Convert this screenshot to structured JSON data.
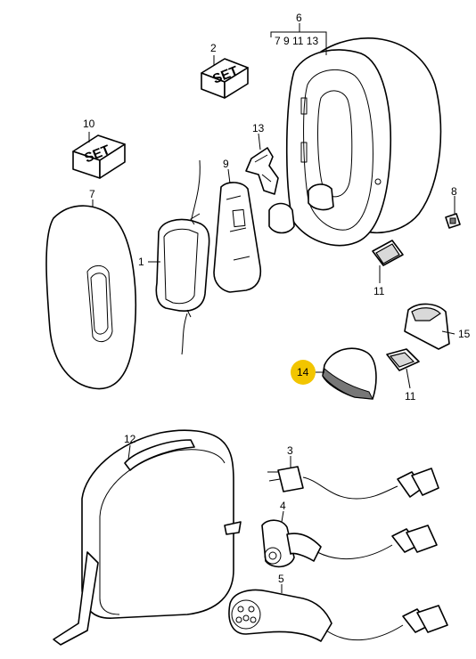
{
  "callouts": {
    "p1": "1",
    "p2": "2",
    "p3": "3",
    "p4": "4",
    "p5": "5",
    "p6": "6",
    "p6_sub": "7 9 11 13",
    "p7": "7",
    "p8": "8",
    "p9": "9",
    "p10": "10",
    "p11a": "11",
    "p11b": "11",
    "p12": "12",
    "p13": "13",
    "p14": "14",
    "p15": "15"
  },
  "set_labels": {
    "box2": "SET",
    "box10": "SET"
  },
  "colors": {
    "highlight": "#f2c500",
    "line": "#000000",
    "background": "#ffffff"
  }
}
